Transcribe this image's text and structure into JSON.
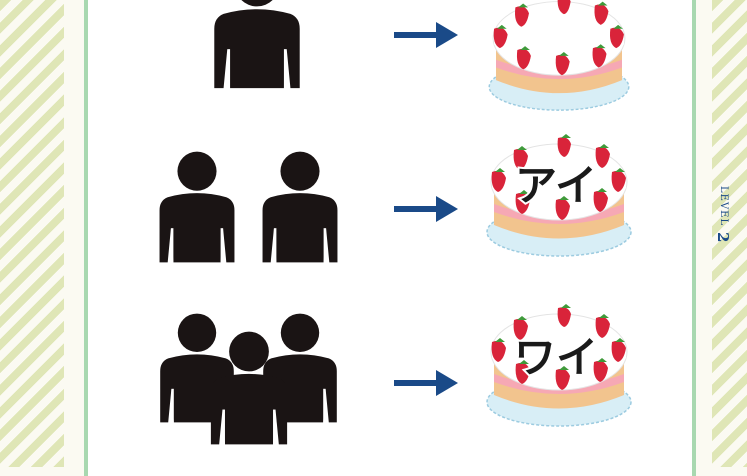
{
  "cake_labels": {
    "row2": "アイ",
    "row3": "ワイ"
  },
  "side_label": {
    "level_word": "LEVEL",
    "level_number": "2"
  },
  "colors": {
    "arrow": "#1a4a88",
    "person": "#1a1414",
    "panel_border": "#a8d8b0",
    "stripe": "#dfe6b6"
  }
}
